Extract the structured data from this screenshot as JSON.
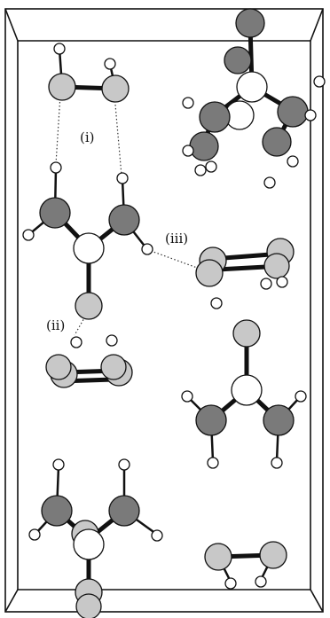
{
  "labels": {
    "hbond_i": "(i)",
    "hbond_ii": "(ii)",
    "hbond_iii": "(iii)"
  },
  "colors": {
    "atom_light_grey": "#c8c8c8",
    "atom_dark_grey": "#7a7a7a",
    "atom_white": "#ffffff",
    "bond": "#111111"
  }
}
